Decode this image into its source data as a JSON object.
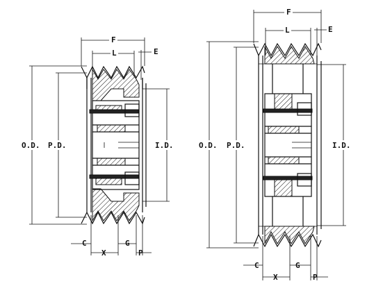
{
  "left_drawing": {
    "labels": {
      "f": "F",
      "l": "L",
      "e": "E",
      "od": "O.D.",
      "pd": "P.D.",
      "id": "I.D.",
      "c": "C",
      "x": "X",
      "g": "G",
      "p": "P"
    }
  },
  "right_drawing": {
    "labels": {
      "f": "F",
      "l": "L",
      "e": "E",
      "od": "O.D.",
      "pd": "P.D.",
      "id": "I.D.",
      "c": "C",
      "x": "X",
      "g": "G",
      "p": "P"
    }
  }
}
